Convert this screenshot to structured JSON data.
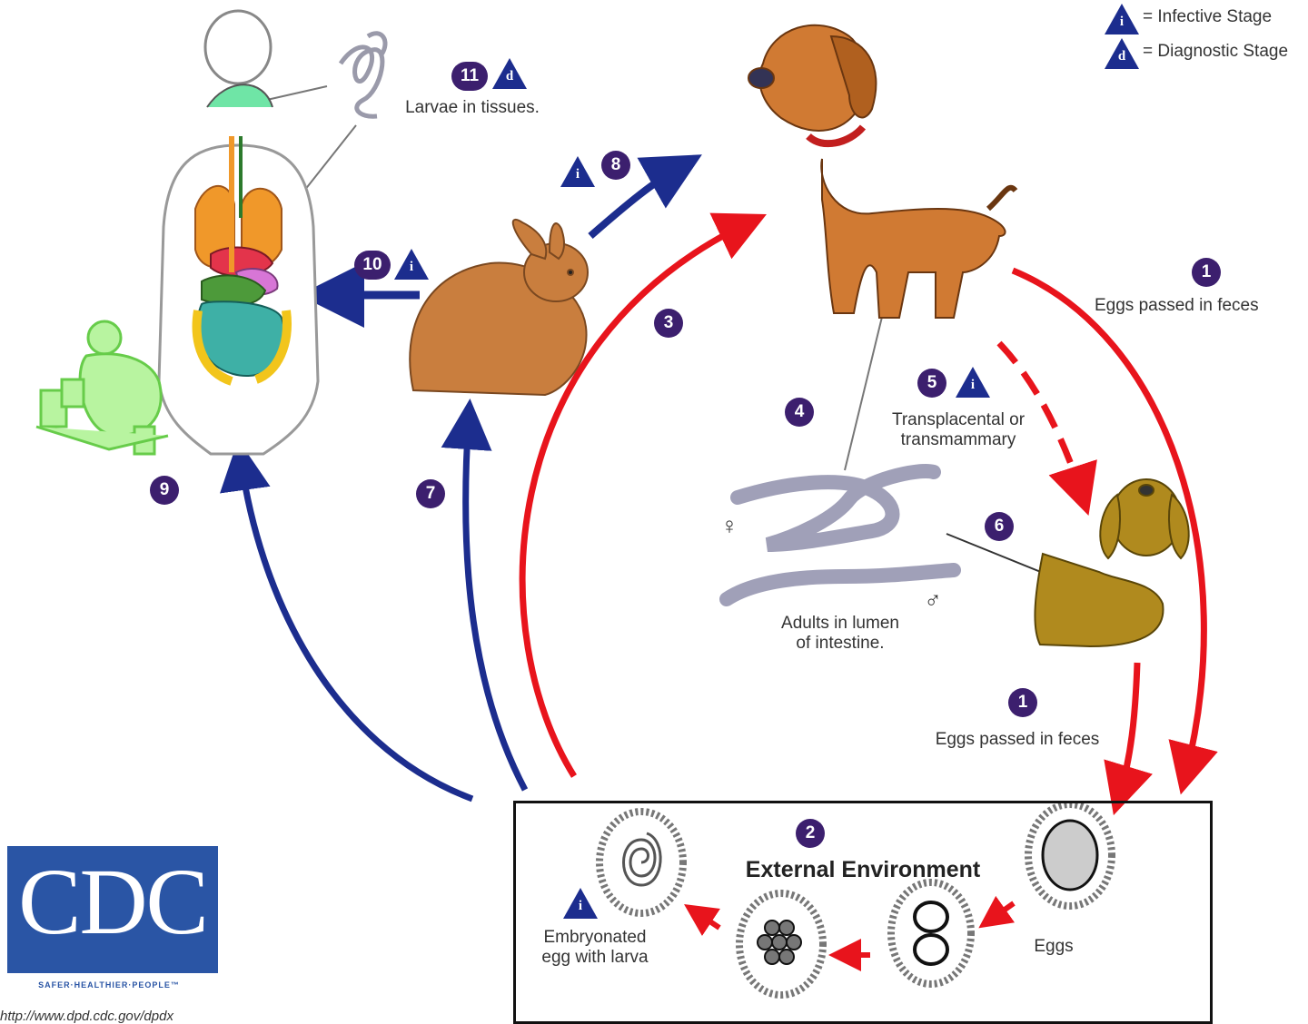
{
  "legend": {
    "infective_symbol": "i",
    "infective_label": "= Infective Stage",
    "diagnostic_symbol": "d",
    "diagnostic_label": "= Diagnostic Stage"
  },
  "steps": {
    "s1a": {
      "number": "1",
      "label": "Eggs passed in feces"
    },
    "s1b": {
      "number": "1",
      "label": "Eggs passed in feces"
    },
    "s2": {
      "number": "2",
      "label": "External Environment"
    },
    "s3": {
      "number": "3"
    },
    "s4": {
      "number": "4"
    },
    "s5": {
      "number": "5",
      "label_line1": "Transplacental or",
      "label_line2": "transmammary"
    },
    "s6": {
      "number": "6"
    },
    "s7": {
      "number": "7"
    },
    "s8": {
      "number": "8"
    },
    "s9": {
      "number": "9"
    },
    "s10": {
      "number": "10"
    },
    "s11": {
      "number": "11",
      "label": "Larvae in tissues."
    }
  },
  "adults": {
    "line1": "Adults in lumen",
    "line2": "of intestine.",
    "female_symbol": "♀",
    "male_symbol": "♂"
  },
  "eggs_label": "Eggs",
  "embryonated": {
    "line1": "Embryonated",
    "line2": "egg with larva"
  },
  "cdc": {
    "logo": "CDC",
    "tagline": "SAFER·HEALTHIER·PEOPLE™",
    "url": "http://www.dpd.cdc.gov/dpdx"
  },
  "colors": {
    "red": "#e8141c",
    "blue": "#1c2d8e",
    "purple": "#3c1f6e",
    "dog": "#d07a33",
    "puppy": "#b08a1e",
    "rabbit": "#c97e3e",
    "child": "#8ee66a"
  }
}
